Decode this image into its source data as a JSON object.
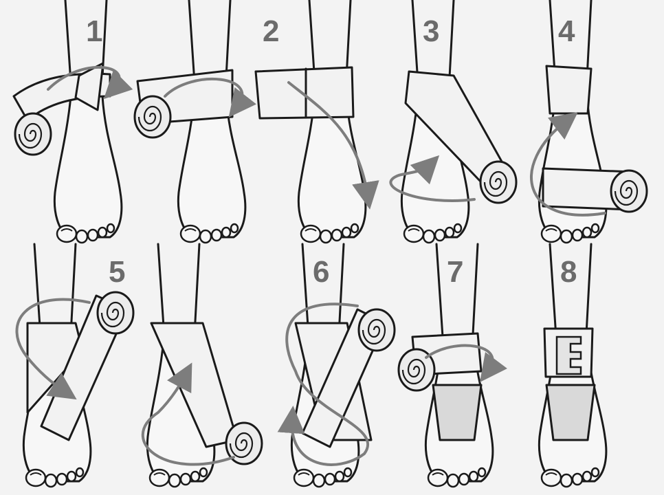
{
  "steps": [
    {
      "number": "1"
    },
    {
      "number": "2"
    },
    {
      "number": "3"
    },
    {
      "number": "4"
    },
    {
      "number": "5"
    },
    {
      "number": "6"
    },
    {
      "number": "7"
    },
    {
      "number": "8"
    }
  ],
  "colors": {
    "background": "#f3f3f3",
    "line": "#1a1a1a",
    "arrow": "#7d7d7d",
    "number": "#6b6b6b"
  },
  "icons": [
    "foot-icon",
    "bandage-roll-icon",
    "direction-arrow-icon"
  ]
}
